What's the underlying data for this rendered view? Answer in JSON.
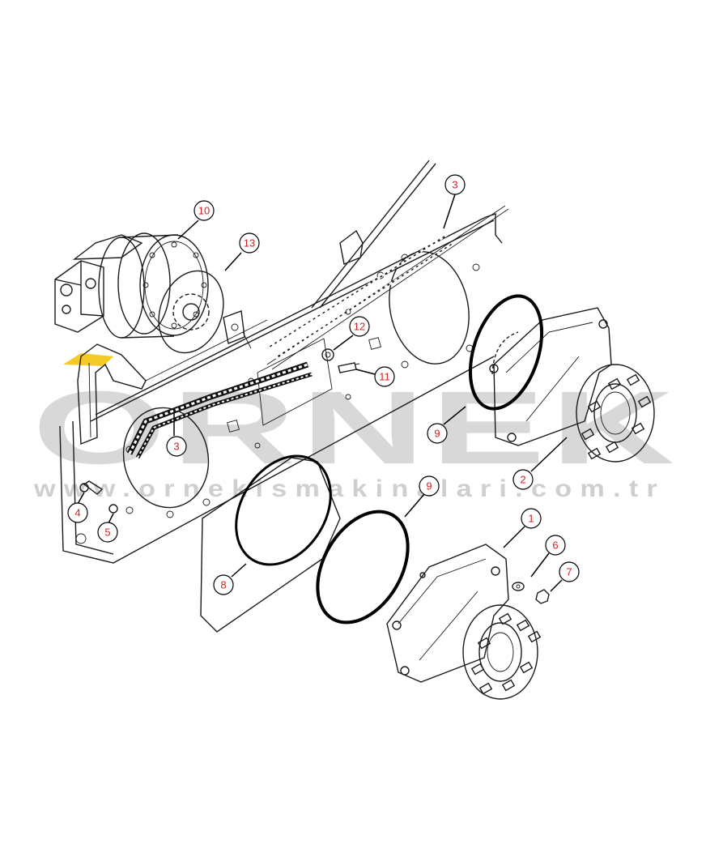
{
  "watermark": {
    "logo": "ORNEK",
    "url": "www.ornekismakinalari.com.tr",
    "color": "#a9a9a9",
    "accent_color": "#f2c200"
  },
  "callouts": [
    {
      "id": "c10a",
      "label": "10"
    },
    {
      "id": "c13",
      "label": "13"
    },
    {
      "id": "c3a",
      "label": "3"
    },
    {
      "id": "c12",
      "label": "12"
    },
    {
      "id": "c11",
      "label": "11"
    },
    {
      "id": "c3b",
      "label": "3"
    },
    {
      "id": "c9a",
      "label": "9"
    },
    {
      "id": "c2",
      "label": "2"
    },
    {
      "id": "c4",
      "label": "4"
    },
    {
      "id": "c5",
      "label": "5"
    },
    {
      "id": "c9b",
      "label": "9"
    },
    {
      "id": "c8",
      "label": "8"
    },
    {
      "id": "c1",
      "label": "1"
    },
    {
      "id": "c6",
      "label": "6"
    },
    {
      "id": "c7",
      "label": "7"
    }
  ],
  "colors": {
    "line": "#1a1a1a",
    "callout_text": "#d42020"
  }
}
